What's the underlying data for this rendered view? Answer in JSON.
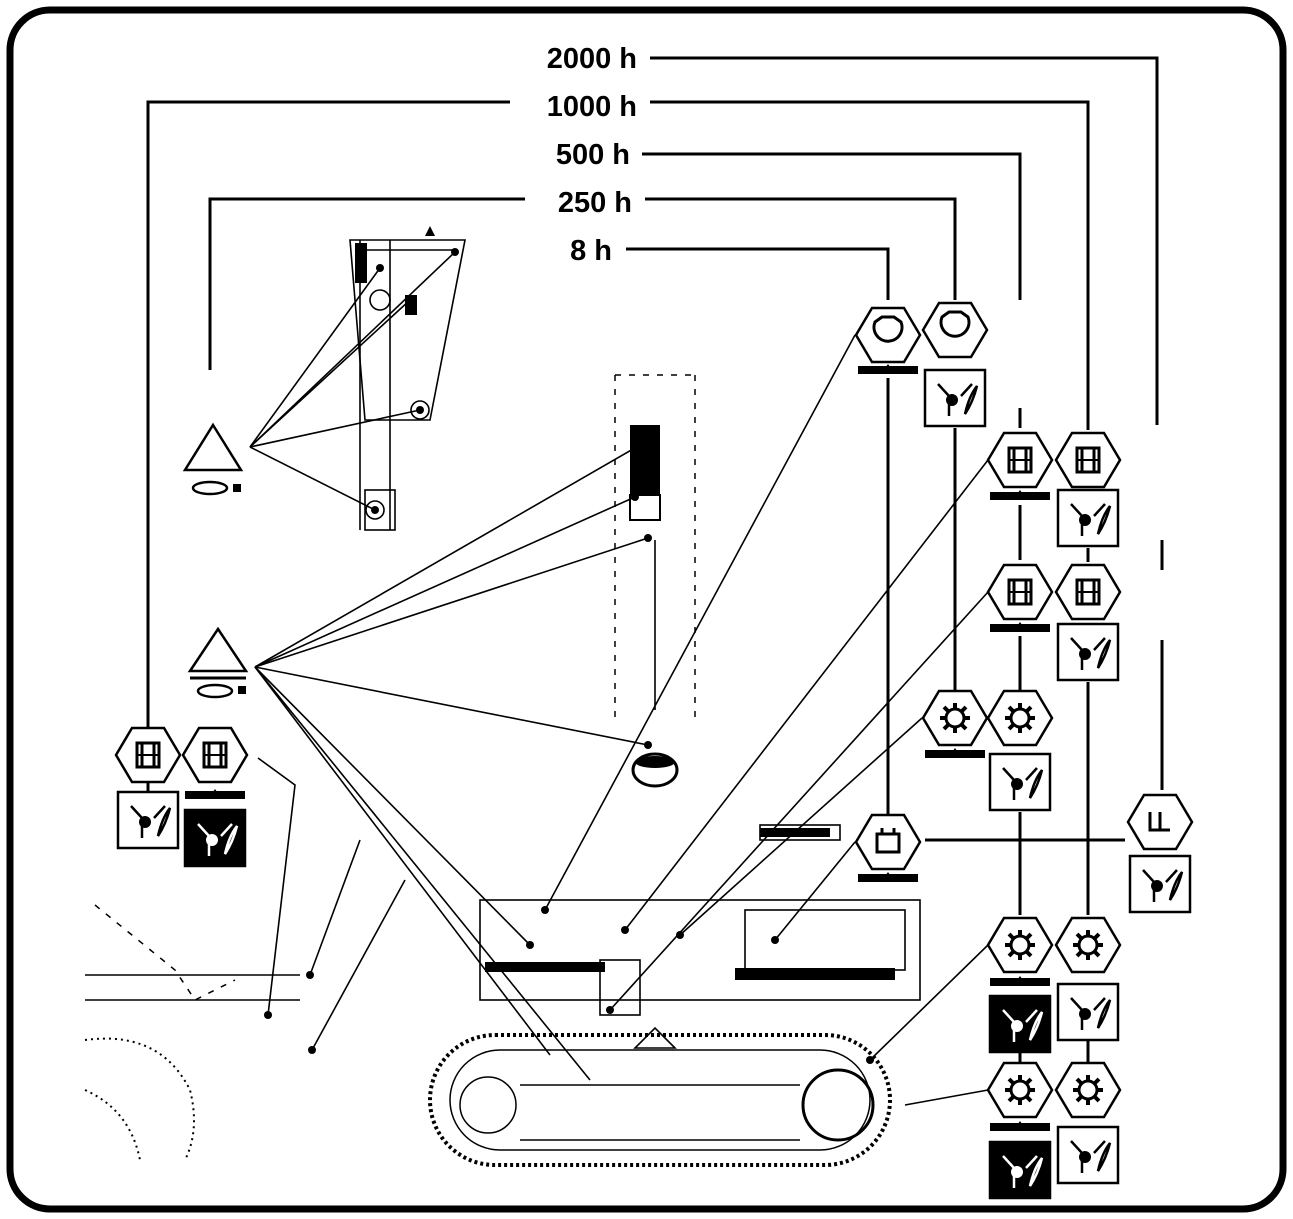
{
  "intervals": [
    {
      "label": "2000 h"
    },
    {
      "label": "1000 h"
    },
    {
      "label": "500 h"
    },
    {
      "label": "250 h"
    },
    {
      "label": "8 h"
    }
  ],
  "icons": {
    "change_oil": "hexagon-oil-change-icon",
    "check_level": "hexagon-level-check-icon",
    "gearbox": "hexagon-gear-icon",
    "winch": "hexagon-winch-icon",
    "grease": "grease-triangle-icon",
    "fuel_tank": "hexagon-tank-icon",
    "filter": "hexagon-filter-icon"
  },
  "colors": {
    "ink": "#000000",
    "paper": "#ffffff"
  }
}
